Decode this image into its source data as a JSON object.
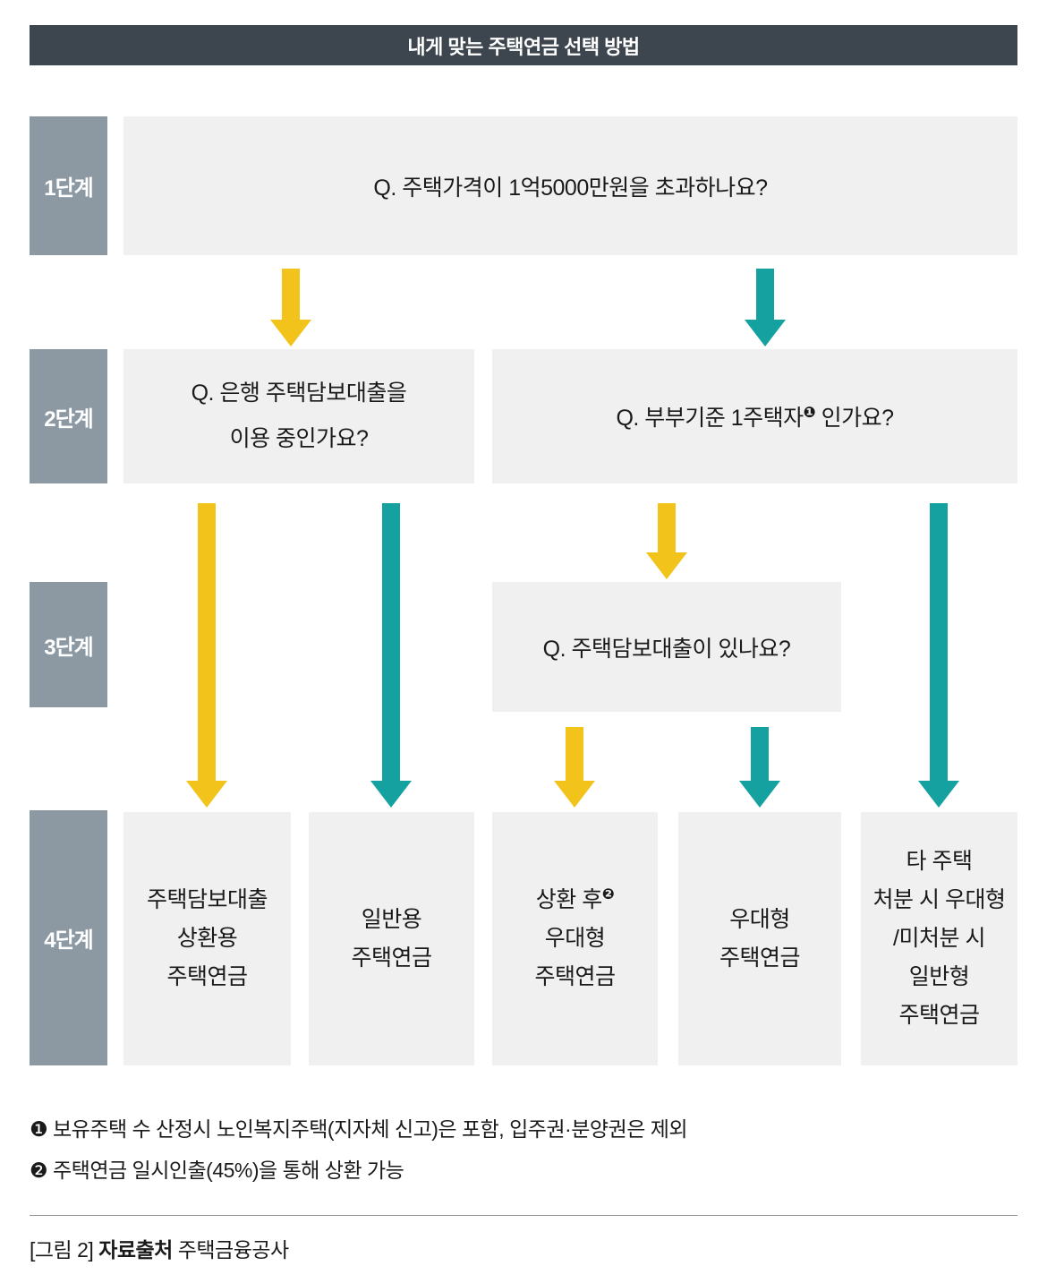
{
  "title": "내게 맞는 주택연금 선택 방법",
  "stages": {
    "s1": "1단계",
    "s2": "2단계",
    "s3": "3단계",
    "s4": "4단계"
  },
  "questions": {
    "q1": "Q. 주택가격이 1억5000만원을 초과하나요?",
    "q2a": [
      "Q. 은행 주택담보대출을",
      "이용 중인가요?"
    ],
    "q2b_prefix": "Q. 부부기준 1주택자",
    "q2b_sup": "❶",
    "q2b_suffix": " 인가요?",
    "q3": "Q. 주택담보대출이 있나요?"
  },
  "results": {
    "r1": [
      "주택담보대출",
      "상환용",
      "주택연금"
    ],
    "r2": [
      "일반용",
      "주택연금"
    ],
    "r3_line1": "상환 후",
    "r3_sup": "❷",
    "r3_rest": [
      "우대형",
      "주택연금"
    ],
    "r4": [
      "우대형",
      "주택연금"
    ],
    "r5": [
      "타 주택",
      "처분 시 우대형",
      "/미처분 시",
      "일반형",
      "주택연금"
    ]
  },
  "footnotes": [
    "❶ 보유주택 수 산정시 노인복지주택(지자체 신고)은 포함, 입주권·분양권은 제외",
    "❷ 주택연금 일시인출(45%)을 통해 상환 가능"
  ],
  "caption": {
    "prefix": "[그림 2] ",
    "bold": "자료출처",
    "suffix": " 주택금융공사"
  },
  "colors": {
    "header_bg": "#3d464f",
    "stage_bg": "#8c99a3",
    "box_bg": "#f0f0f1",
    "arrow_yellow": "#f2c31b",
    "arrow_teal": "#16a1a1"
  }
}
